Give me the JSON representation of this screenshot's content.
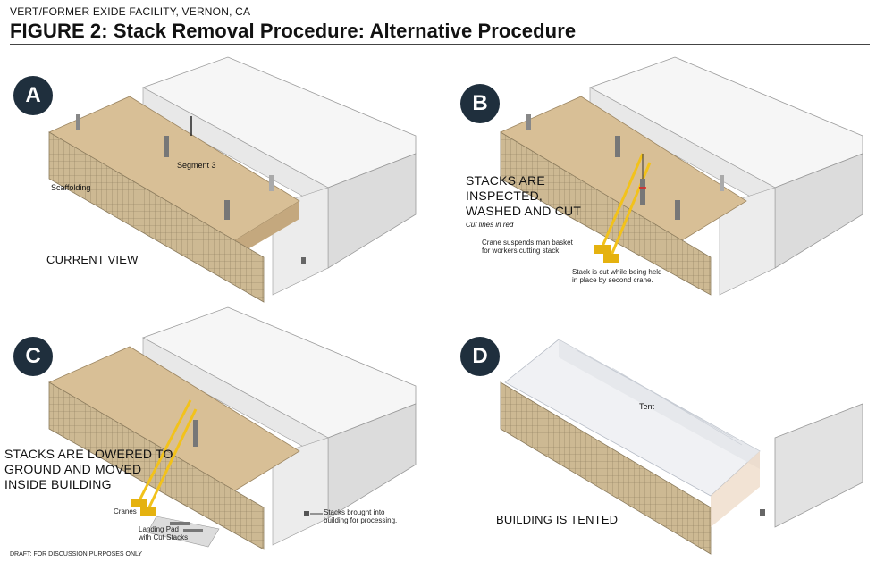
{
  "header": {
    "subtitle": "VERT/FORMER EXIDE FACILITY, VERNON, CA",
    "title": "FIGURE 2: Stack Removal Procedure: Alternative Procedure"
  },
  "panels": {
    "a": {
      "badge": "A",
      "segment_label": "Segment 3",
      "scaffolding_label": "Scaffolding",
      "view_label": "CURRENT VIEW"
    },
    "b": {
      "badge": "B",
      "heading_line1": "STACKS ARE",
      "heading_line2": "INSPECTED,",
      "heading_line3": "WASHED AND CUT",
      "cut_note": "Cut lines in red",
      "crane_note_line1": "Crane suspends man basket",
      "crane_note_line2": "for workers cutting stack.",
      "stack_note_line1": "Stack is cut while being held",
      "stack_note_line2": "in place by second crane."
    },
    "c": {
      "badge": "C",
      "heading_line1": "STACKS ARE LOWERED TO",
      "heading_line2": "GROUND AND MOVED",
      "heading_line3": "INSIDE BUILDING",
      "cranes_label": "Cranes",
      "pad_line1": "Landing Pad",
      "pad_line2": "with Cut Stacks",
      "brought_line1": "Stacks brought into",
      "brought_line2": "building for processing."
    },
    "d": {
      "badge": "D",
      "tent_label": "Tent",
      "heading": "BUILDING IS TENTED"
    }
  },
  "footer": "DRAFT: FOR DISCUSSION PURPOSES ONLY",
  "colors": {
    "badge": "#1f2f3d",
    "roof_tan": "#d8bf96",
    "scaffold": "#c8b48e",
    "crane": "#f2c21b",
    "building_white": "#f4f4f4"
  }
}
